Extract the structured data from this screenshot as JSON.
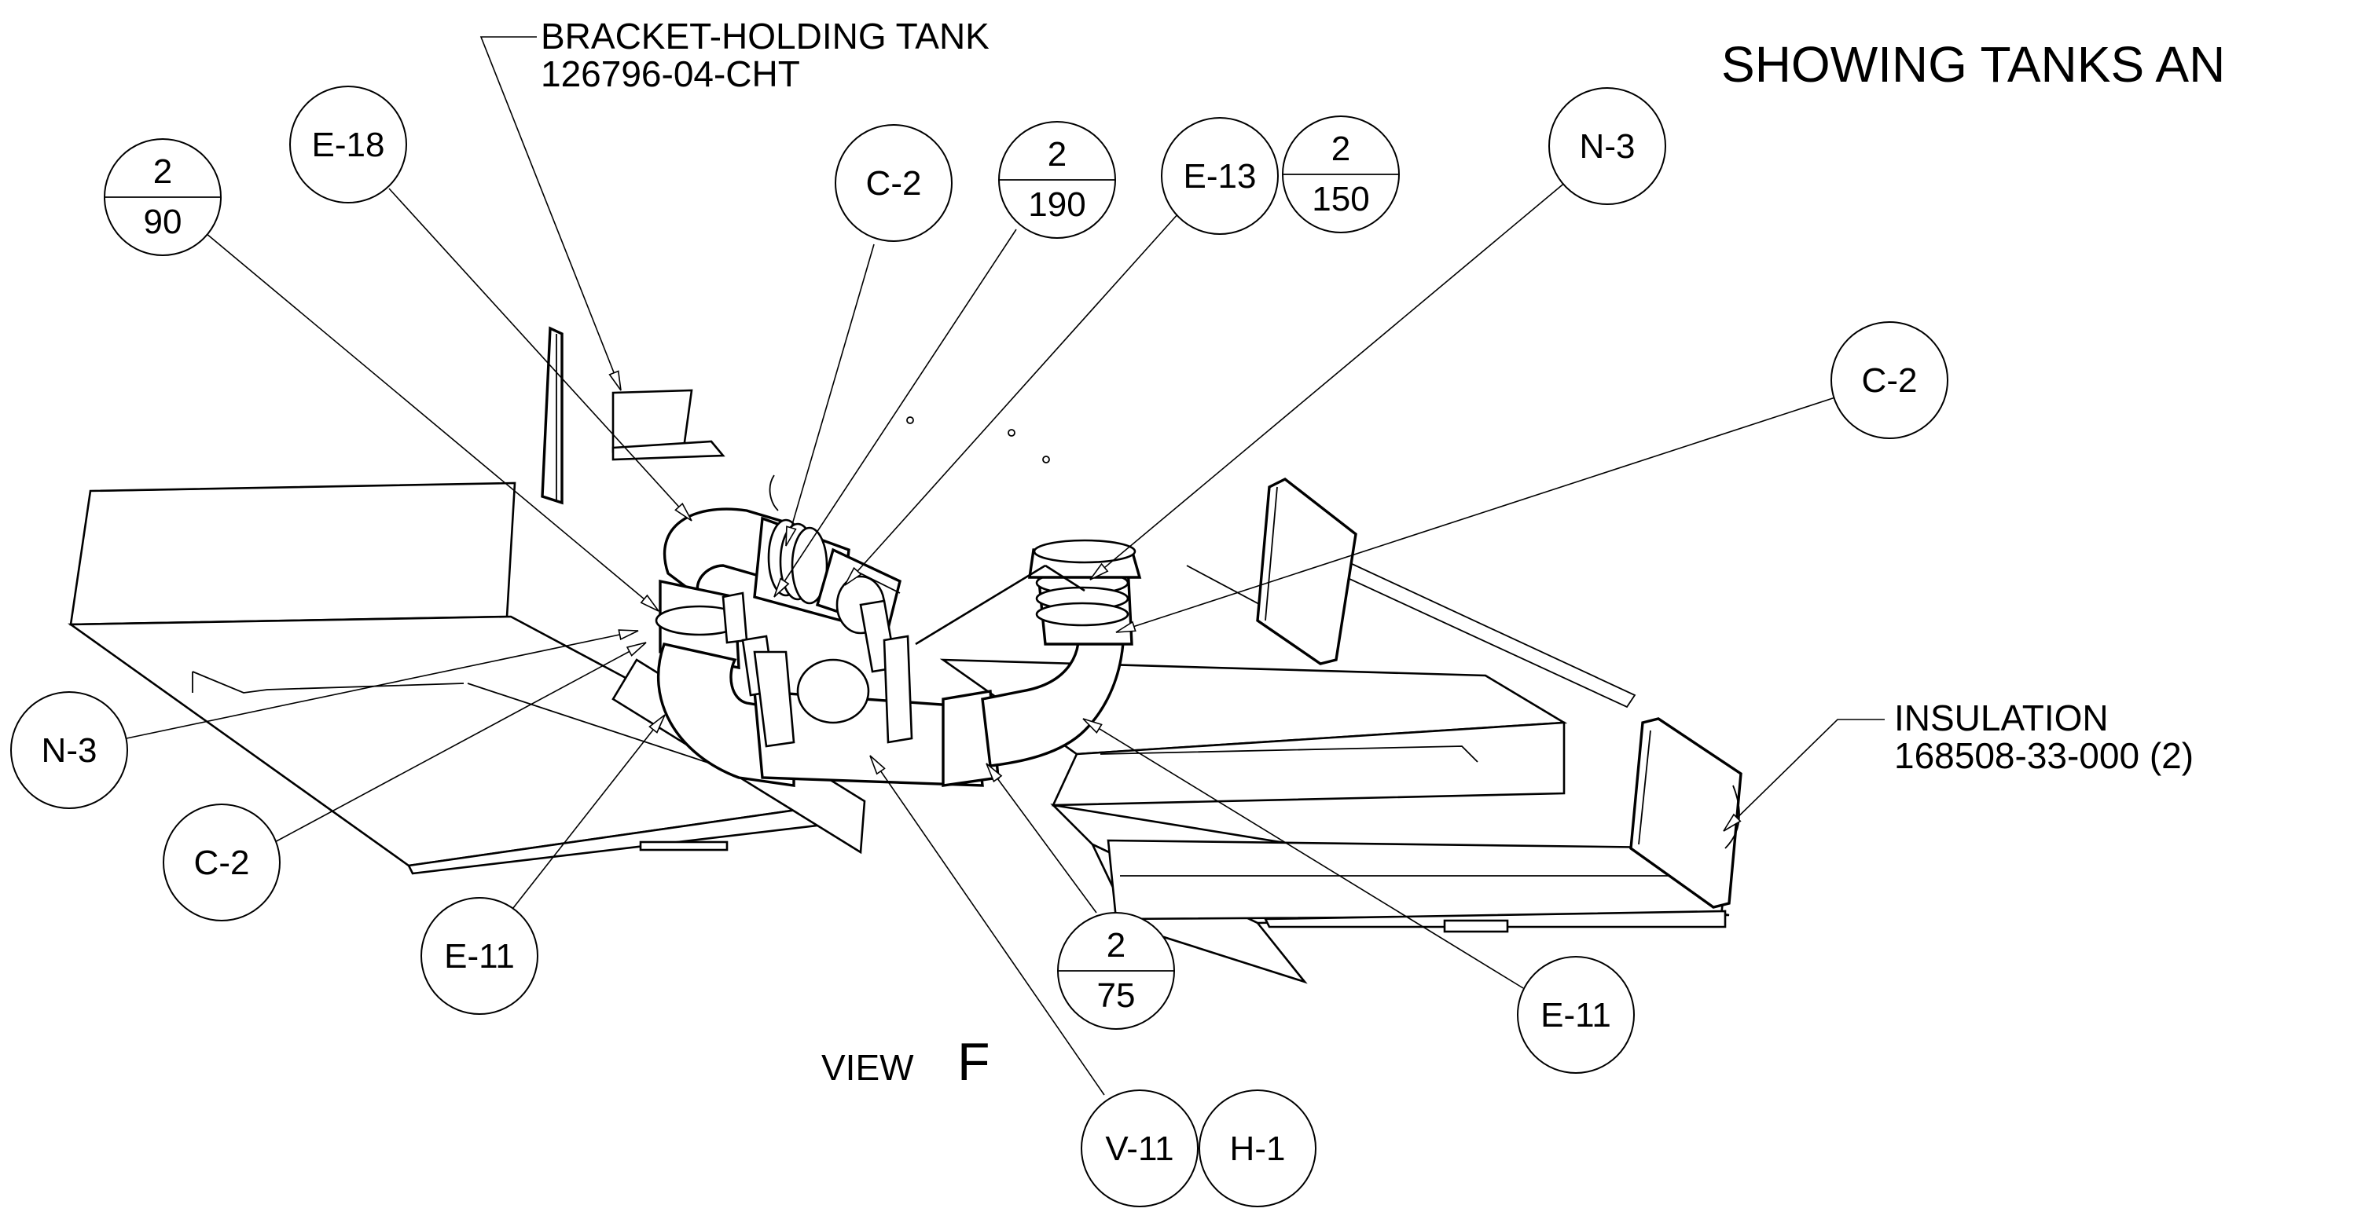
{
  "notes": {
    "bracket_name": "BRACKET-HOLDING TANK",
    "bracket_part": "126796-04-CHT",
    "insulation_name": "INSULATION",
    "insulation_part": "168508-33-000 (2)"
  },
  "title": "SHOWING TANKS AN",
  "view": {
    "prefix": "VIEW",
    "letter": "F"
  },
  "bubbles": {
    "e18": "E-18",
    "c2_top": "C-2",
    "e13": "E-13",
    "n3_top": "N-3",
    "c2_right": "C-2",
    "n3_left": "N-3",
    "c2_left": "C-2",
    "e11_left": "E-11",
    "e11_right": "E-11",
    "v11": "V-11",
    "h1": "H-1"
  },
  "fractions": {
    "f90": {
      "top": "2",
      "bottom": "90"
    },
    "f190": {
      "top": "2",
      "bottom": "190"
    },
    "f150": {
      "top": "2",
      "bottom": "150"
    },
    "f75": {
      "top": "2",
      "bottom": "75"
    }
  }
}
